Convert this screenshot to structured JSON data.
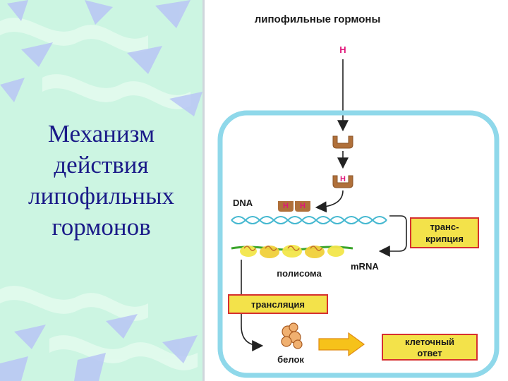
{
  "slide": {
    "title": "Механизм\nдействия\nлипофильных\nгормонов"
  },
  "diagram": {
    "top_label": "липофильные гормоны",
    "hormone_symbol": "H",
    "dna_label": "DNA",
    "transcription_label_line1": "транс-",
    "transcription_label_line2": "крипция",
    "mrna_label": "mRNA",
    "polysome_label": "полисома",
    "translation_label": "трансляция",
    "protein_label": "белок",
    "response_label_line1": "клеточный",
    "response_label_line2": "ответ"
  },
  "colors": {
    "left_panel": "#ccf5e2",
    "title_text": "#1a1a88",
    "cell_border": "#8fd8ea",
    "hormone": "#e0167a",
    "receptor": "#b0703a",
    "dna": "#45b8d0",
    "mrna": "#3aa42a",
    "label_box": "#f3e24a",
    "label_box_border": "#d63030",
    "arrow_fill": "#f6c21a"
  }
}
